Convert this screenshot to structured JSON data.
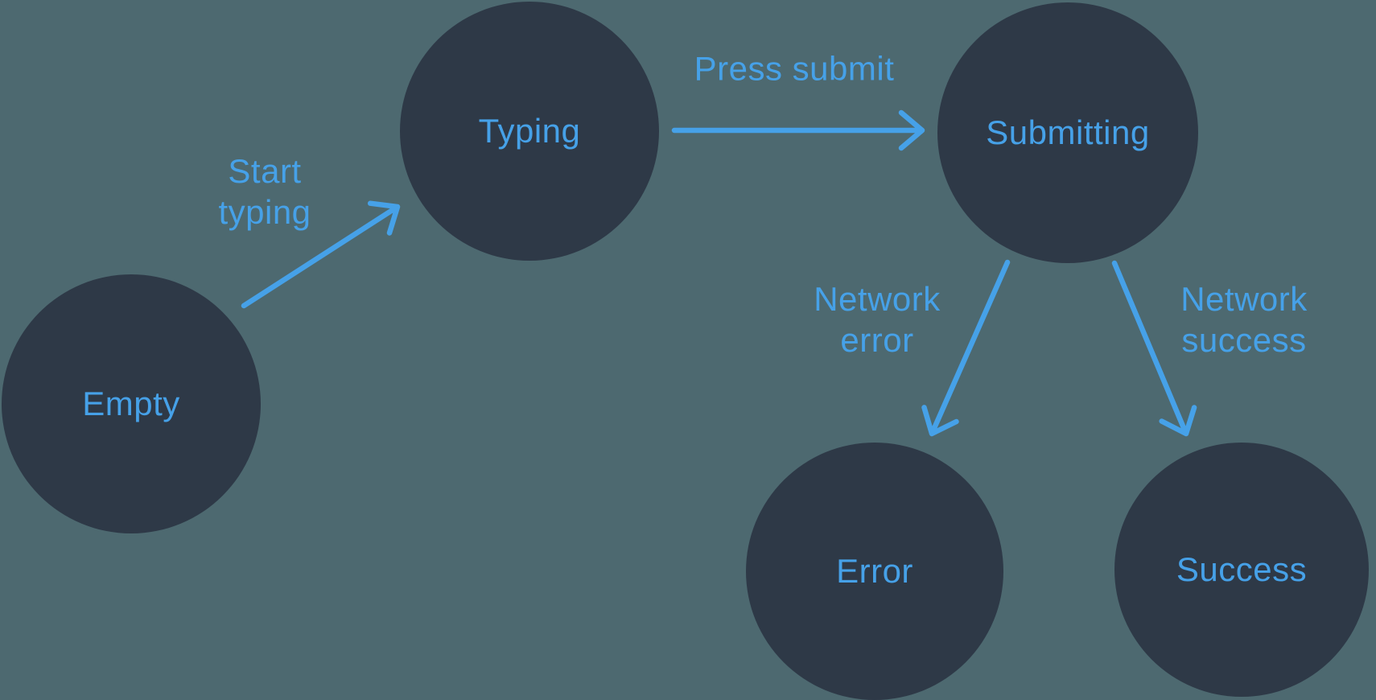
{
  "diagram_type": "state-machine",
  "colors": {
    "background": "#4D6970",
    "node_fill": "#2E3947",
    "accent": "#46A1E8"
  },
  "nodes": [
    {
      "id": "empty",
      "label": "Empty"
    },
    {
      "id": "typing",
      "label": "Typing"
    },
    {
      "id": "submitting",
      "label": "Submitting"
    },
    {
      "id": "error",
      "label": "Error"
    },
    {
      "id": "success",
      "label": "Success"
    }
  ],
  "edges": [
    {
      "from": "empty",
      "to": "typing",
      "label": "Start typing",
      "lines": [
        "Start",
        "typing"
      ]
    },
    {
      "from": "typing",
      "to": "submitting",
      "label": "Press submit",
      "lines": [
        "Press submit"
      ]
    },
    {
      "from": "submitting",
      "to": "error",
      "label": "Network error",
      "lines": [
        "Network",
        "error"
      ]
    },
    {
      "from": "submitting",
      "to": "success",
      "label": "Network success",
      "lines": [
        "Network",
        "success"
      ]
    }
  ]
}
